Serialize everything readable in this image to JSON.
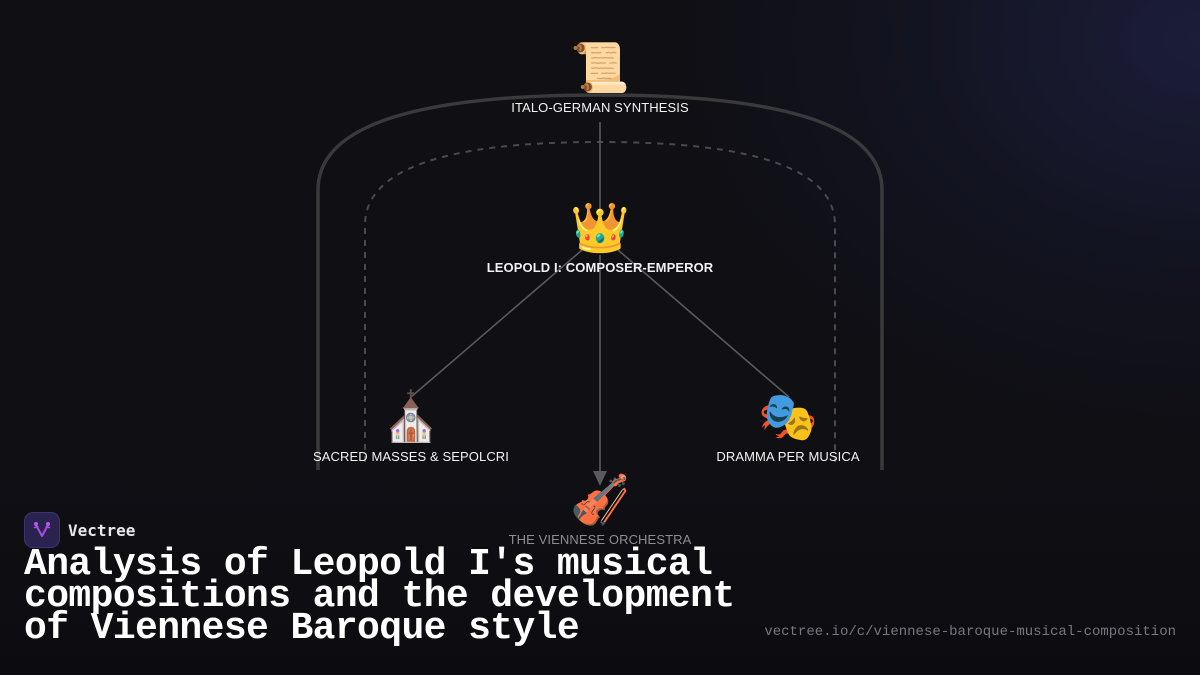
{
  "diagram": {
    "nodes": [
      {
        "id": "synthesis",
        "label": "ITALO-GERMAN SYNTHESIS",
        "icon": "scroll-icon",
        "glyph": "📜"
      },
      {
        "id": "leopold",
        "label": "LEOPOLD I: COMPOSER-EMPEROR",
        "icon": "crown-icon",
        "glyph": "👑"
      },
      {
        "id": "sacred",
        "label": "SACRED MASSES & SEPOLCRI",
        "icon": "church-icon",
        "glyph": "⛪"
      },
      {
        "id": "dramma",
        "label": "DRAMMA PER MUSICA",
        "icon": "theater-masks-icon",
        "glyph": "🎭"
      },
      {
        "id": "orchestra",
        "label": "THE VIENNESE ORCHESTRA",
        "icon": "violin-icon",
        "glyph": "🎻"
      }
    ],
    "edges": [
      {
        "from": "synthesis",
        "to": "leopold",
        "style": "solid"
      },
      {
        "from": "leopold",
        "to": "sacred",
        "style": "solid"
      },
      {
        "from": "leopold",
        "to": "dramma",
        "style": "solid"
      },
      {
        "from": "leopold",
        "to": "orchestra",
        "style": "solid-arrow"
      }
    ],
    "frames": [
      {
        "style": "solid",
        "color": "#3a3a3c"
      },
      {
        "style": "dashed",
        "color": "#4a4a4e"
      }
    ]
  },
  "brand": {
    "name": "Vectree",
    "accent": "#a64ee0"
  },
  "title": "Analysis of Leopold I's musical compositions and the development of Viennese Baroque style",
  "url": "vectree.io/c/viennese-baroque-musical-composition"
}
